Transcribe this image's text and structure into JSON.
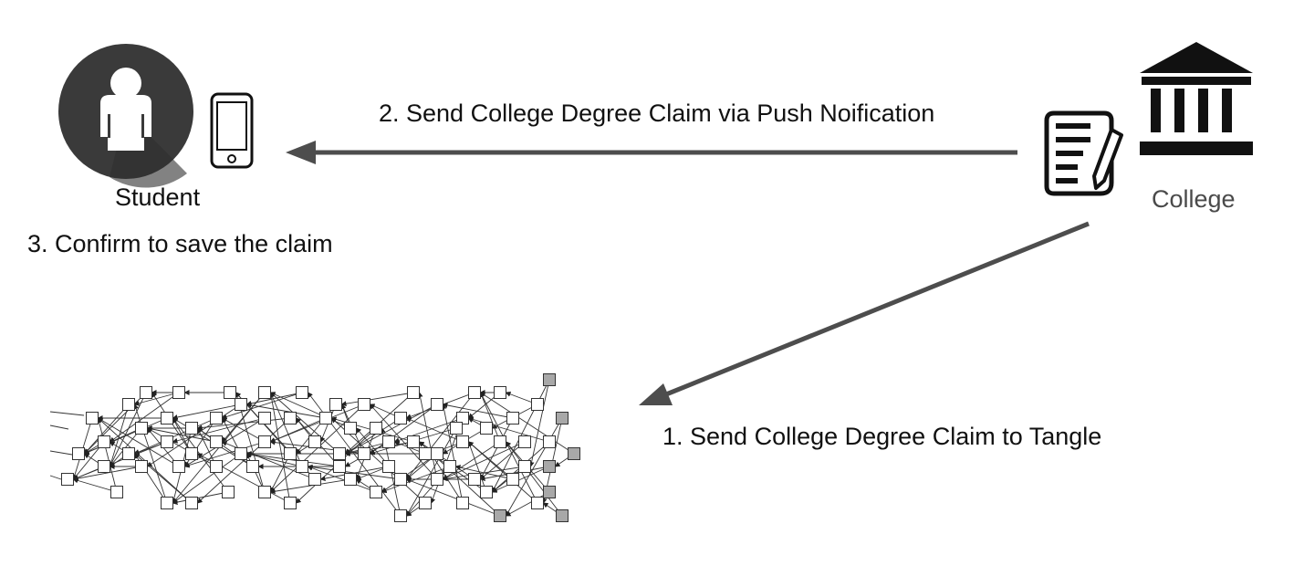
{
  "student": {
    "label": "Student"
  },
  "college": {
    "label": "College"
  },
  "steps": {
    "send_to_tangle": "1. Send College Degree Claim to Tangle",
    "push_notification": "2. Send College Degree Claim via Push Noification",
    "confirm": "3. Confirm to save the claim"
  },
  "icons": {
    "student": "student-avatar-icon",
    "phone": "smartphone-icon",
    "document": "signed-document-icon",
    "college": "college-building-icon"
  },
  "colors": {
    "arrow": "#4d4d4d",
    "icon": "#111111",
    "avatar_bg": "#3a3a3a",
    "tip_node": "#a8a8a8"
  }
}
